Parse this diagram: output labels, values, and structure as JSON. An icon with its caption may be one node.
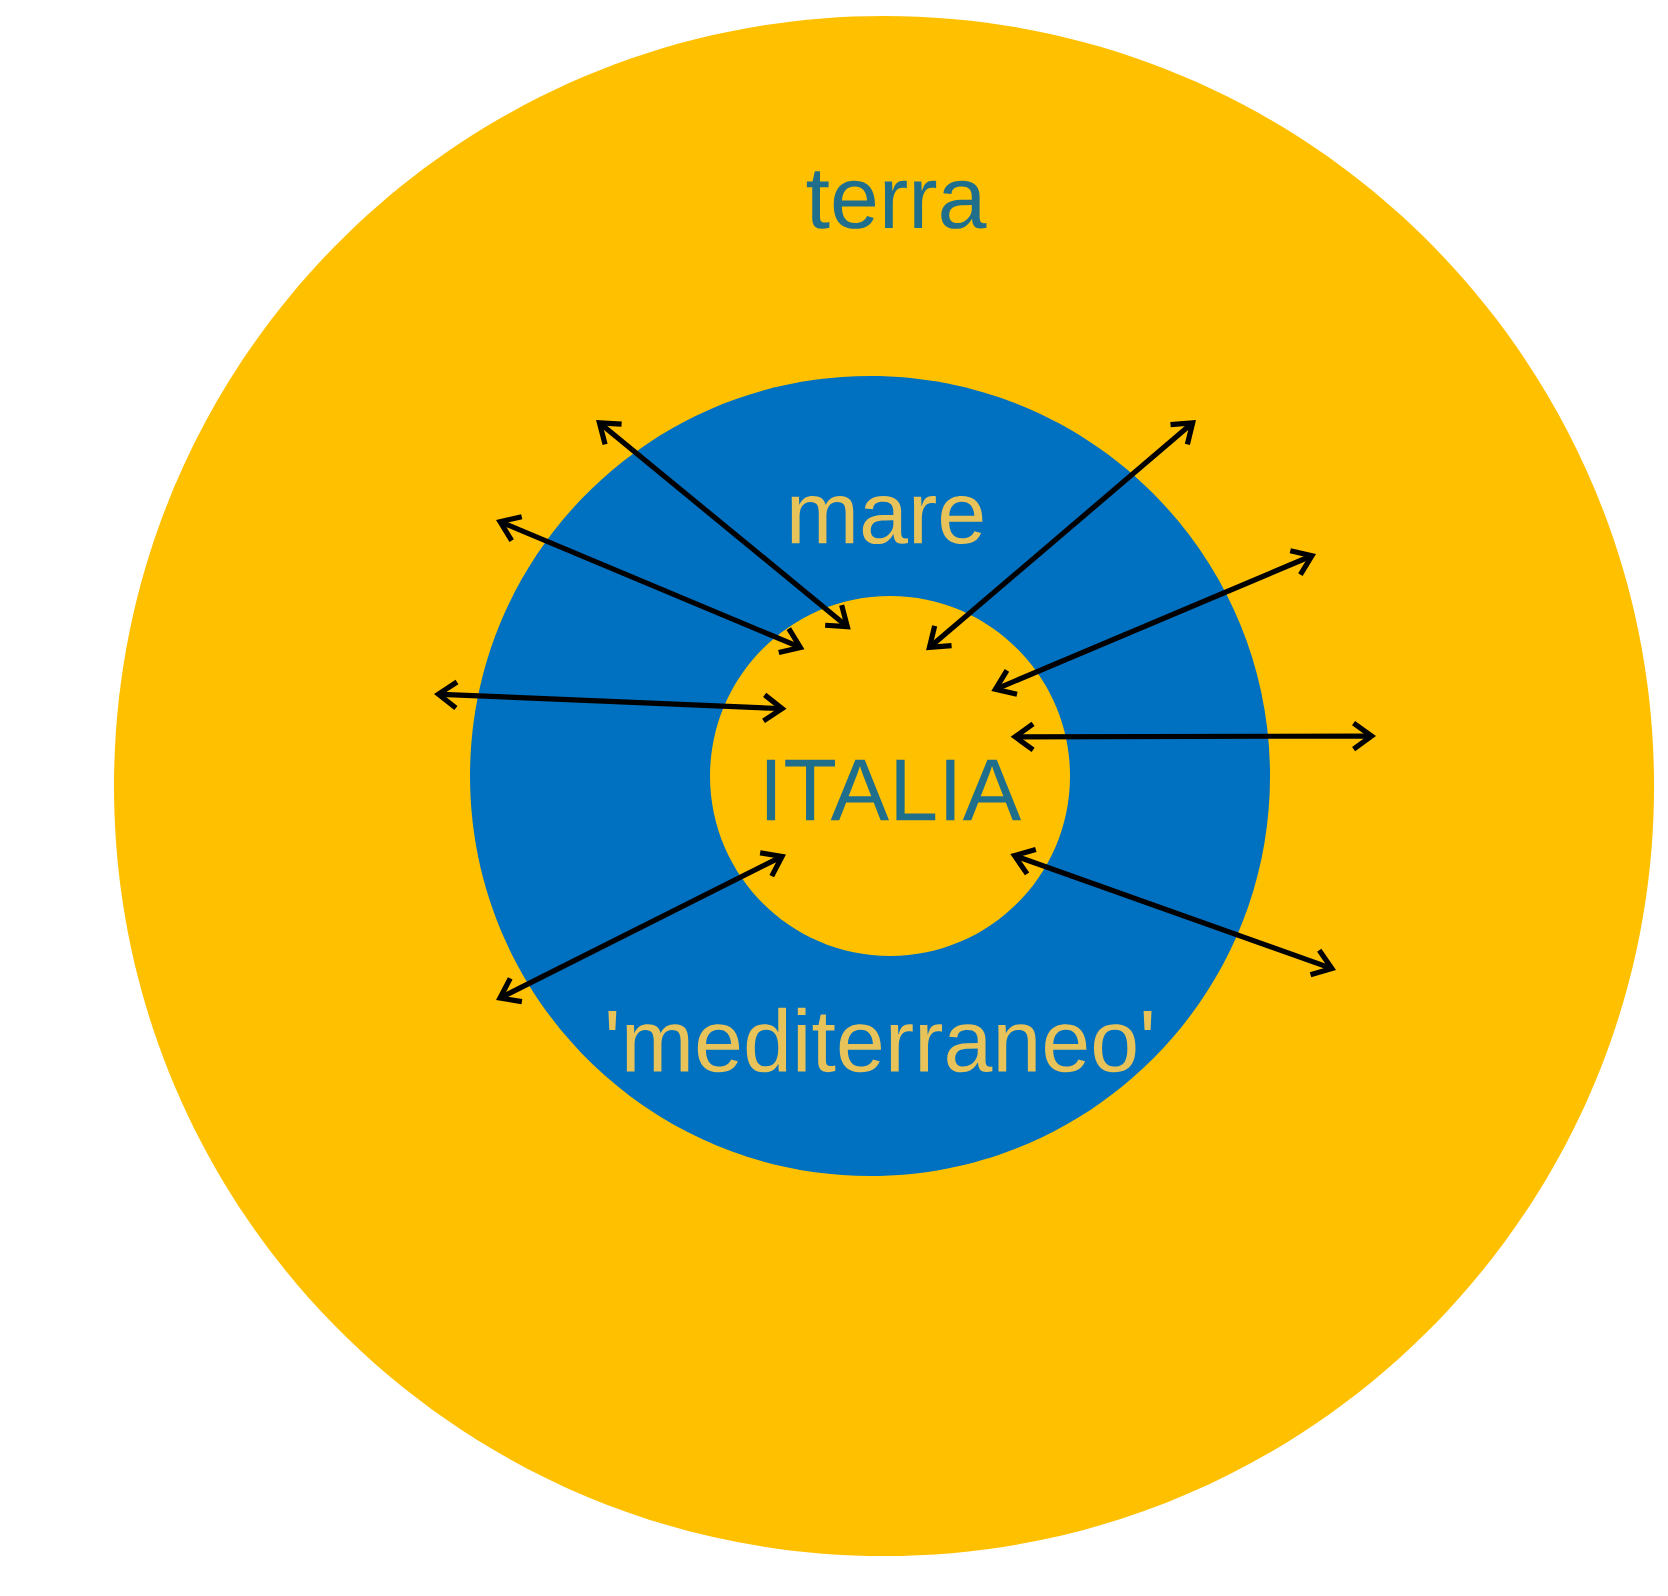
{
  "diagram": {
    "nodes": [
      {
        "text": [
          "terra"
        ]
      },
      {
        "text": [
          "mare",
          "'mediterraneo'"
        ],
        "in": 0
      },
      {
        "text": [
          "ITALIA"
        ],
        "in": 1
      }
    ],
    "edges": [
      {
        "from": 2,
        "to": null,
        "arrow": "both"
      },
      {
        "from": 2,
        "to": null,
        "arrow": "both"
      },
      {
        "from": 2,
        "to": null,
        "arrow": "both"
      },
      {
        "from": 2,
        "to": null,
        "arrow": "both"
      },
      {
        "from": 2,
        "to": null,
        "arrow": "both"
      },
      {
        "from": 2,
        "to": null,
        "arrow": "both"
      },
      {
        "from": 2,
        "to": null,
        "arrow": "both"
      },
      {
        "from": 2,
        "to": null,
        "arrow": "both"
      }
    ]
  }
}
